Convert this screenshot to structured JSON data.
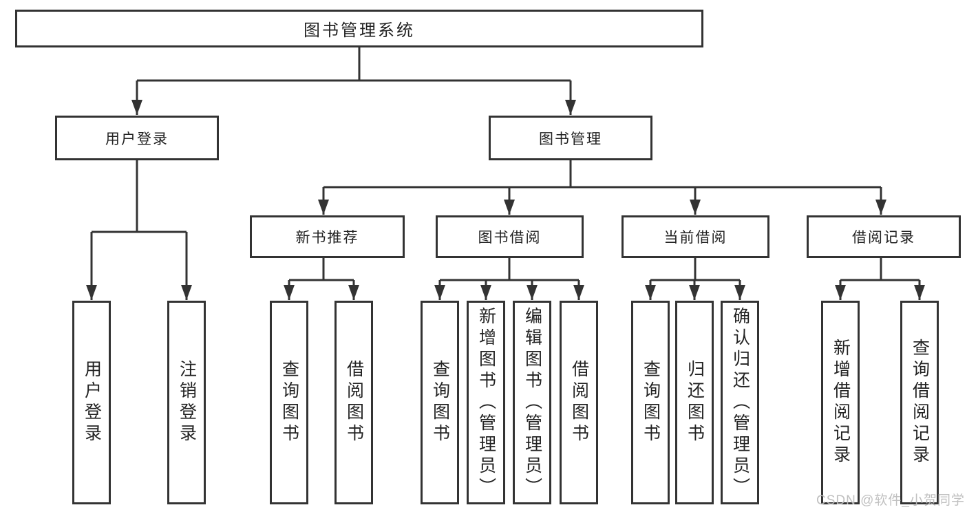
{
  "title": "图书管理系统",
  "level2": {
    "user_login": {
      "label": "用户登录",
      "children": [
        "用户登录",
        "注销登录"
      ]
    },
    "book_mgmt": {
      "label": "图书管理"
    }
  },
  "level3": {
    "new_books": {
      "label": "新书推荐",
      "children": [
        "查询图书",
        "借阅图书"
      ]
    },
    "borrow": {
      "label": "图书借阅",
      "children": [
        "查询图书",
        "新增图书（管理员）",
        "编辑图书（管理员）",
        "借阅图书"
      ]
    },
    "current": {
      "label": "当前借阅",
      "children": [
        "查询图书",
        "归还图书",
        "确认归还（管理员）"
      ]
    },
    "records": {
      "label": "借阅记录",
      "children": [
        "新增借阅记录",
        "查询借阅记录"
      ]
    }
  },
  "watermark": "CSDN @软件_小贺同学",
  "colors": {
    "line": "#333333",
    "text": "#222222",
    "watermark": "#bdbdbd",
    "background": "#ffffff"
  }
}
